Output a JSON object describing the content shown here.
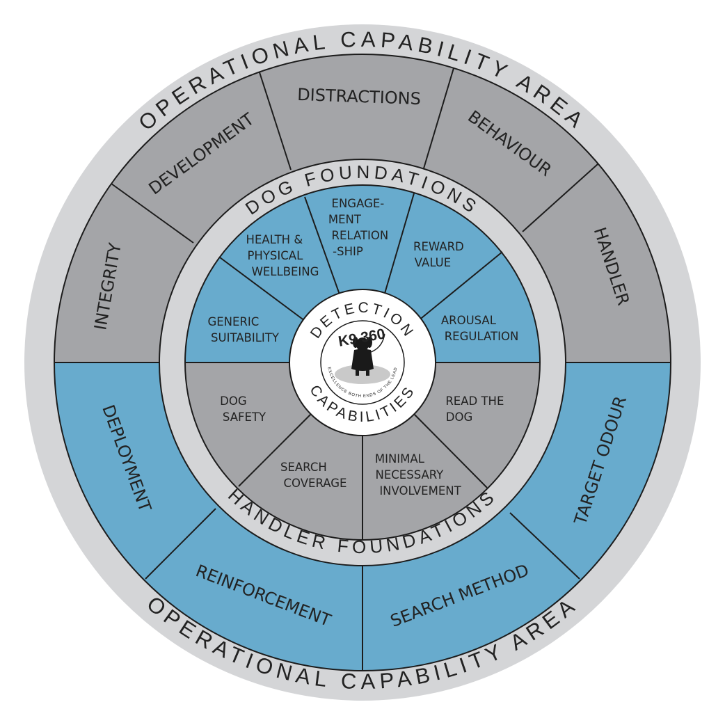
{
  "colors": {
    "outer_ring": "#d4d5d7",
    "gray_segment": "#a4a5a8",
    "blue_segment": "#68abcd",
    "divider": "#1c1c1c",
    "text": "#222222"
  },
  "outer_ring": {
    "top_label": "OPERATIONAL CAPABILITY AREA",
    "bottom_label": "OPERATIONAL CAPABILITY AREA"
  },
  "outer_segments": {
    "integrity": "INTEGRITY",
    "development": "DEVELOPMENT",
    "distractions": "DISTRACTIONS",
    "behaviour": "BEHAVIOUR",
    "handler": "HANDLER",
    "target_odour": "TARGET ODOUR",
    "search_method": "SEARCH METHOD",
    "reinforcement": "REINFORCEMENT",
    "deployment": "DEPLOYMENT"
  },
  "middle_ring": {
    "top_label": "DOG FOUNDATIONS",
    "bottom_label": "HANDLER FOUNDATIONS"
  },
  "dog_foundations": {
    "generic_suitability": [
      "GENERIC",
      "SUITABILITY"
    ],
    "health": [
      "HEALTH &",
      "PHYSICAL",
      "WELLBEING"
    ],
    "engagement": [
      "ENGAGE-",
      "MENT",
      "RELATION",
      "-SHIP"
    ],
    "reward_value": [
      "REWARD",
      "VALUE"
    ],
    "arousal_regulation": [
      "AROUSAL",
      "REGULATION"
    ]
  },
  "handler_foundations": {
    "dog_safety": [
      "DOG",
      "SAFETY"
    ],
    "search_coverage": [
      "SEARCH",
      "COVERAGE"
    ],
    "minimal_involvement": [
      "MINIMAL",
      "NECESSARY",
      "INVOLVEMENT"
    ],
    "read_the_dog": [
      "READ THE",
      "DOG"
    ]
  },
  "center": {
    "top_label": "DETECTION",
    "bottom_label": "CAPABILITIES",
    "logo_text": "K9 360",
    "logo_tagline": "EXCELLENCE BOTH ENDS OF THE LEAD"
  }
}
